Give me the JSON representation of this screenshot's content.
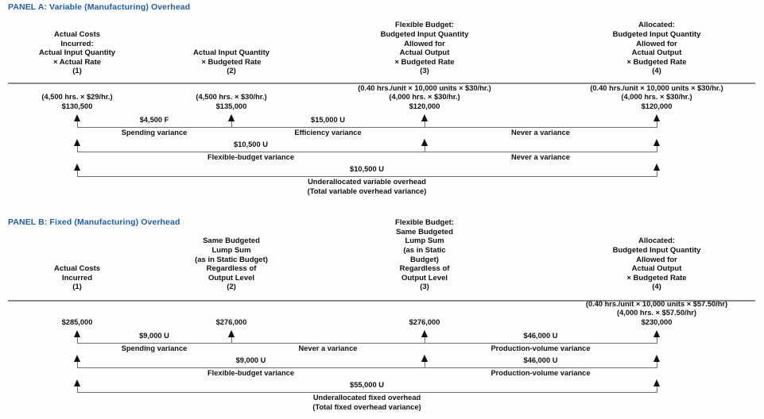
{
  "panels": [
    {
      "id": "panel-a",
      "title": "PANEL A: Variable (Manufacturing) Overhead",
      "columns": [
        {
          "heading": "Actual Costs\nIncurred:\nActual Input Quantity\n× Actual Rate\n(1)",
          "formula": "(4,500 hrs. × $29/hr.)",
          "value": "$130,500"
        },
        {
          "heading": "Actual Input Quantity\n× Budgeted Rate\n(2)",
          "formula": "(4,500 hrs. × $30/hr.)",
          "value": "$135,000"
        },
        {
          "heading": "Flexible Budget:\nBudgeted Input Quantity\nAllowed for\nActual Output\n× Budgeted Rate\n(3)",
          "formula": "(0.40 hrs./unit × 10,000 units × $30/hr.)\n(4,000 hrs. × $30/hr.)",
          "value": "$120,000"
        },
        {
          "heading": "Allocated:\nBudgeted Input Quantity\nAllowed for\nActual Output\n× Budgeted Rate\n(4)",
          "formula": "(0.40 hrs./unit × 10,000 units × $30/hr.)\n(4,000 hrs. × $30/hr.)",
          "value": "$120,000"
        }
      ],
      "rows": [
        {
          "brackets": [
            {
              "from": 1,
              "to": 2,
              "amount": "$4,500 F",
              "name": "Spending variance"
            },
            {
              "from": 2,
              "to": 3,
              "amount": "$15,000 U",
              "name": "Efficiency variance"
            },
            {
              "from": 3,
              "to": 4,
              "amount": "",
              "name": "Never a variance"
            }
          ]
        },
        {
          "brackets": [
            {
              "from": 1,
              "to": 3,
              "amount": "$10,500 U",
              "name": "Flexible-budget variance"
            },
            {
              "from": 3,
              "to": 4,
              "amount": "",
              "name": "Never a variance"
            }
          ]
        },
        {
          "brackets": [
            {
              "from": 1,
              "to": 4,
              "amount": "$10,500 U",
              "name": "Underallocated variable overhead\n(Total variable overhead variance)"
            }
          ]
        }
      ]
    },
    {
      "id": "panel-b",
      "title": "PANEL B: Fixed (Manufacturing) Overhead",
      "columns": [
        {
          "heading": "Actual Costs\nIncurred\n(1)",
          "formula": "",
          "value": "$285,000"
        },
        {
          "heading": "Same Budgeted\nLump Sum\n(as in Static Budget)\nRegardless of\nOutput Level\n(2)",
          "formula": "",
          "value": "$276,000"
        },
        {
          "heading": "Flexible Budget:\nSame Budgeted\nLump Sum\n(as in Static\nBudget)\nRegardless of\nOutput Level\n(3)",
          "formula": "",
          "value": "$276,000"
        },
        {
          "heading": "Allocated:\nBudgeted Input Quantity\nAllowed for\nActual Output\n× Budgeted Rate\n(4)",
          "formula": "(0.40 hrs./unit × 10,000 units × $57.50/hr)\n(4,000 hrs. × $57.50/hr)",
          "value": "$230,000"
        }
      ],
      "rows": [
        {
          "brackets": [
            {
              "from": 1,
              "to": 2,
              "amount": "$9,000 U",
              "name": "Spending variance"
            },
            {
              "from": 2,
              "to": 3,
              "amount": "",
              "name": "Never a variance"
            },
            {
              "from": 3,
              "to": 4,
              "amount": "$46,000 U",
              "name": "Production-volume variance"
            }
          ]
        },
        {
          "brackets": [
            {
              "from": 1,
              "to": 3,
              "amount": "$9,000 U",
              "name": "Flexible-budget variance"
            },
            {
              "from": 3,
              "to": 4,
              "amount": "$46,000 U",
              "name": "Production-volume variance"
            }
          ]
        },
        {
          "brackets": [
            {
              "from": 1,
              "to": 4,
              "amount": "$55,000 U",
              "name": "Underallocated fixed overhead\n(Total fixed overhead variance)"
            }
          ]
        }
      ]
    }
  ],
  "colors": {
    "panel_title": "#1f5fa9",
    "rule": "#8a8a8a",
    "bracket": "#6f6f6f",
    "arrow": "#111111"
  }
}
